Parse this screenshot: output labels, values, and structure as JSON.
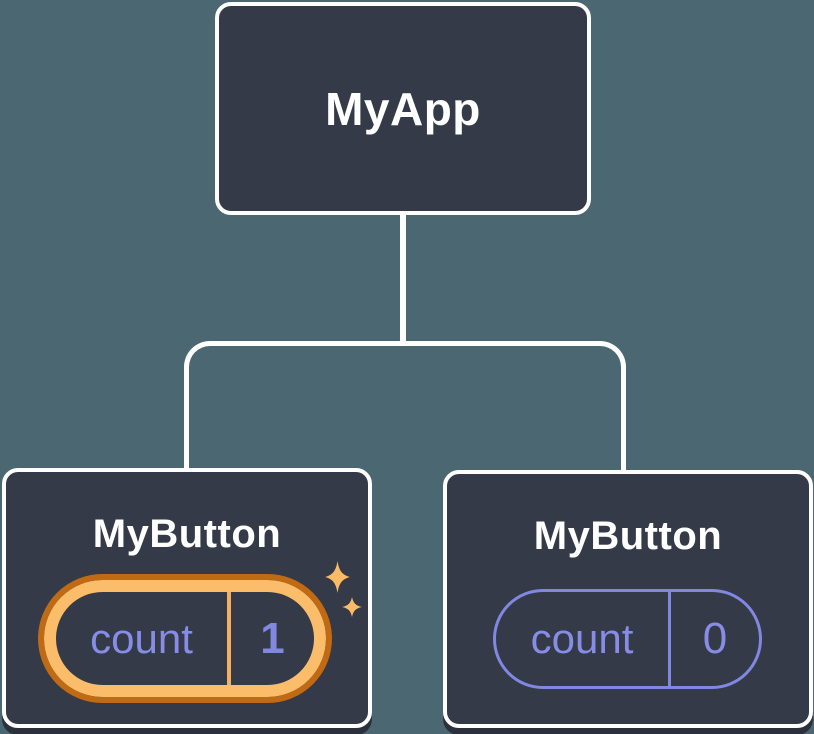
{
  "palette": {
    "background": "#4B6771",
    "node_fill": "#343A47",
    "node_border": "#FFFFFF",
    "connector": "#FFFFFF",
    "accent_purple": "#878CE6",
    "highlight_orange_outer": "#C06A14",
    "highlight_orange_inner": "#FBBD6A",
    "sparkle": "#FBBB66",
    "node_shadow": "#2B303C"
  },
  "tree": {
    "root": {
      "label": "MyApp"
    },
    "children": [
      {
        "label": "MyButton",
        "state_key": "count",
        "state_value": "1",
        "highlighted": true,
        "icon": "sparkle-icon"
      },
      {
        "label": "MyButton",
        "state_key": "count",
        "state_value": "0",
        "highlighted": false
      }
    ]
  }
}
